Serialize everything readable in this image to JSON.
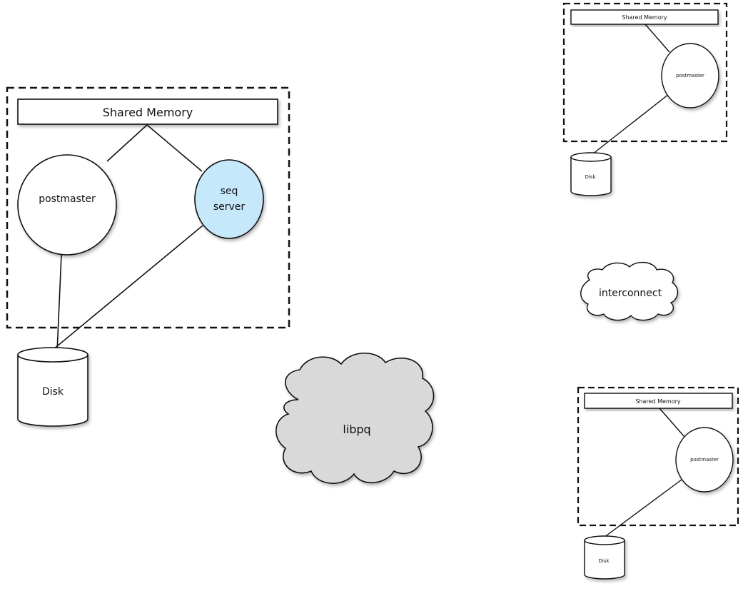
{
  "left_node": {
    "shared_memory_label": "Shared Memory",
    "postmaster_label": "postmaster",
    "seq_server_label_line1": "seq",
    "seq_server_label_line2": "server",
    "disk_label": "Disk"
  },
  "center": {
    "libpq_label": "libpq"
  },
  "right_top_node": {
    "shared_memory_label": "Shared Memory",
    "postmaster_label": "postmaster",
    "disk_label": "Disk"
  },
  "right_middle": {
    "interconnect_label": "interconnect"
  },
  "right_bottom_node": {
    "shared_memory_label": "Shared Memory",
    "postmaster_label": "postmaster",
    "disk_label": "Disk"
  },
  "colors": {
    "seq_server_fill": "#c6e8fb",
    "libpq_cloud_fill": "#d9d9d9",
    "interconnect_cloud_fill": "#ffffff",
    "stroke": "#111111"
  }
}
